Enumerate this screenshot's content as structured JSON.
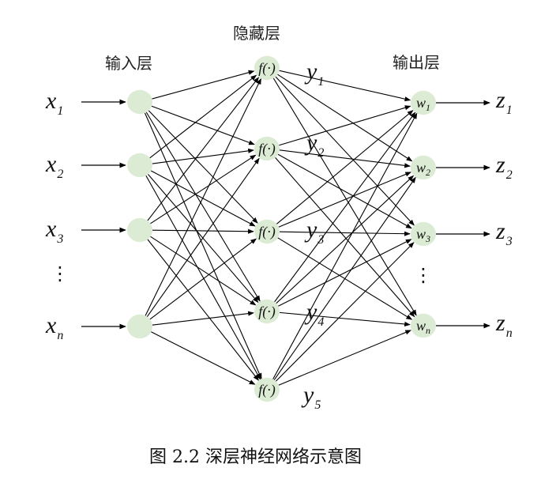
{
  "labels": {
    "hidden_layer": "隐藏层",
    "input_layer": "输入层",
    "output_layer": "输出层",
    "caption": "图 2.2  深层神经网络示意图"
  },
  "inputs": [
    {
      "base": "x",
      "sub": "1"
    },
    {
      "base": "x",
      "sub": "2"
    },
    {
      "base": "x",
      "sub": "3"
    },
    {
      "base": "x",
      "sub": "n"
    }
  ],
  "hidden_nodes": [
    "f(·)",
    "f(·)",
    "f(·)",
    "f(·)",
    "f(·)"
  ],
  "hidden_outputs": [
    {
      "base": "y",
      "sub": "1"
    },
    {
      "base": "y",
      "sub": "2"
    },
    {
      "base": "y",
      "sub": "3"
    },
    {
      "base": "y",
      "sub": "4"
    },
    {
      "base": "y",
      "sub": "5"
    }
  ],
  "output_nodes": [
    {
      "base": "w",
      "sub": "1"
    },
    {
      "base": "w",
      "sub": "2"
    },
    {
      "base": "w",
      "sub": "3"
    },
    {
      "base": "w",
      "sub": "n"
    }
  ],
  "outputs": [
    {
      "base": "z",
      "sub": "1"
    },
    {
      "base": "z",
      "sub": "2"
    },
    {
      "base": "z",
      "sub": "3"
    },
    {
      "base": "z",
      "sub": "n"
    }
  ],
  "ellipsis": "⋮",
  "colors": {
    "node_fill": "#dcebd4",
    "stroke": "#000000"
  }
}
